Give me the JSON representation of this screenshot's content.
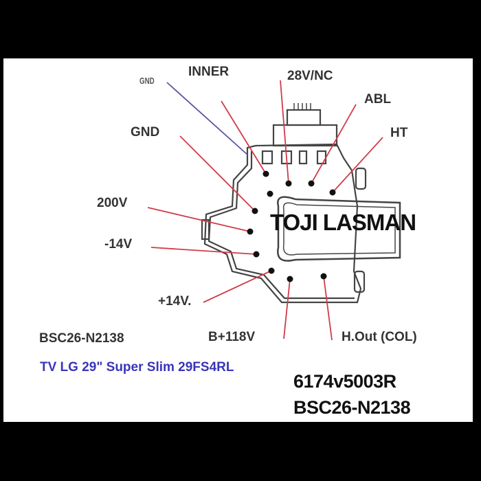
{
  "pin_labels": {
    "gnd_small": "GND",
    "inner": "INNER",
    "v28_nc": "28V/NC",
    "abl": "ABL",
    "gnd": "GND",
    "ht": "HT",
    "v200": "200V",
    "neg14v": "-14V",
    "pos14v": "+14V.",
    "b118v": "B+118V",
    "hout": "H.Out (COL)"
  },
  "part_number": "BSC26-N2138",
  "tv_model": "TV LG 29\" Super Slim 29FS4RL",
  "watermark": "TOJI LASMAN",
  "part_codes": [
    "6174v5003R",
    "BSC26-N2138"
  ],
  "colors": {
    "lead_line": "#d23a4a",
    "gnd_line": "#5a55a8",
    "model_text": "#3a35b8"
  }
}
